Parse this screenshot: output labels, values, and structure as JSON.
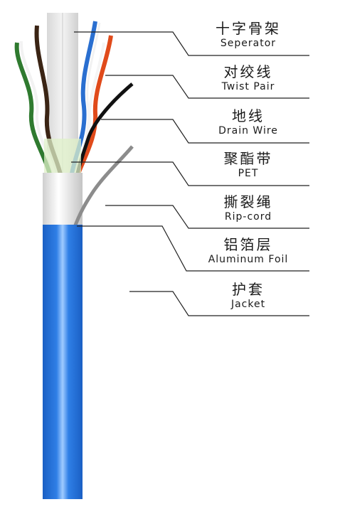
{
  "labels": [
    {
      "zh": "十字骨架",
      "en": "Seperator"
    },
    {
      "zh": "对绞线",
      "en": "Twist Pair"
    },
    {
      "zh": "地线",
      "en": "Drain Wire"
    },
    {
      "zh": "聚酯带",
      "en": "PET"
    },
    {
      "zh": "撕裂绳",
      "en": "Rip-cord"
    },
    {
      "zh": "铝箔层",
      "en": "Aluminum Foil"
    },
    {
      "zh": "护套",
      "en": "Jacket"
    }
  ],
  "colors": {
    "jacket": "#1f6fd6",
    "jacket_highlight": "#8fc2ff",
    "foil": "#d9d9d9",
    "pet": "#dff0c8",
    "separator": "#e4e4e4",
    "drain_wire": "#111111",
    "rip_cord": "#8c8c8c",
    "pair_green": "#2f7a2f",
    "pair_brown": "#3a2414",
    "pair_blue": "#2a6fd0",
    "pair_orange": "#e04a1a",
    "leader_line": "#222222"
  }
}
